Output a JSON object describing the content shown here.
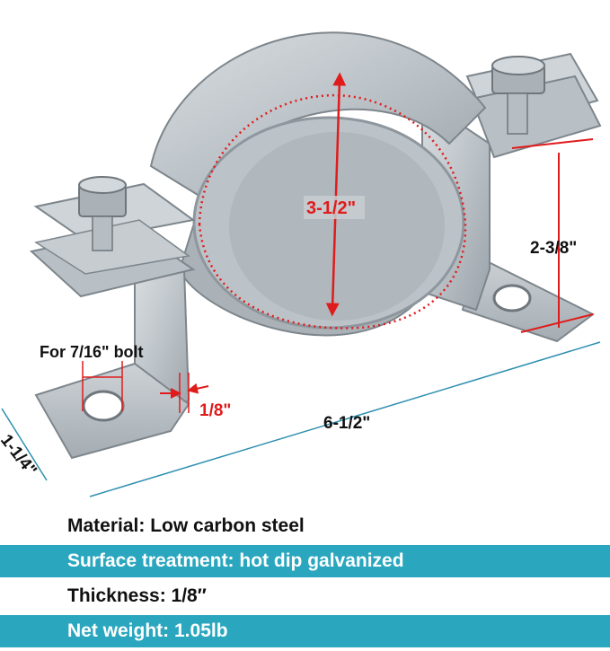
{
  "dimensions": {
    "diameter": "3-1/2\"",
    "height": "2-3/8\"",
    "length": "6-1/2\"",
    "width": "1-1/4\"",
    "thickness": "1/8\"",
    "bolt_hole": "For 7/16\" bolt"
  },
  "specs": [
    {
      "text": "Material: Low carbon steel",
      "band": false
    },
    {
      "text": "Surface treatment: hot dip galvanized",
      "band": true
    },
    {
      "text": "Thickness: 1/8″",
      "band": false
    },
    {
      "text": "Net weight: 1.05lb",
      "band": true
    }
  ],
  "colors": {
    "band": "#2aa7bf",
    "dimension_red": "#e01b1b",
    "dimension_teal": "#2e8fb0",
    "metal": "#c3c9ce",
    "metal_dark": "#8e979e"
  }
}
